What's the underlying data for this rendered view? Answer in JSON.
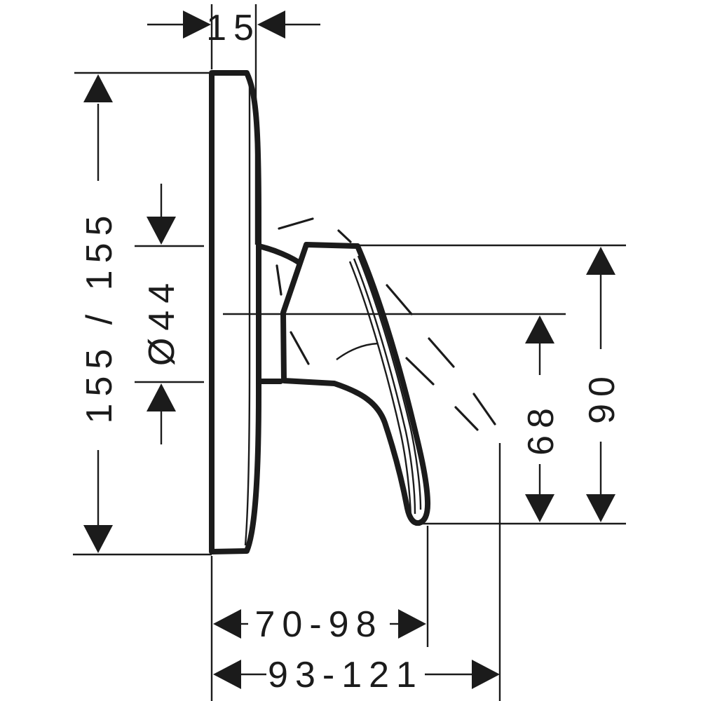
{
  "colors": {
    "ink": "#1b1b1b",
    "background": "#ffffff"
  },
  "dimensions": {
    "plate_depth": "15",
    "plate_width_height": "155 / 155",
    "handle_hub_diameter": "Ø44",
    "handle_top_to_tip": "90",
    "axis_to_tip": "68",
    "wall_to_handle_tip_closed": "70-98",
    "wall_to_handle_tip_open": "93-121"
  }
}
